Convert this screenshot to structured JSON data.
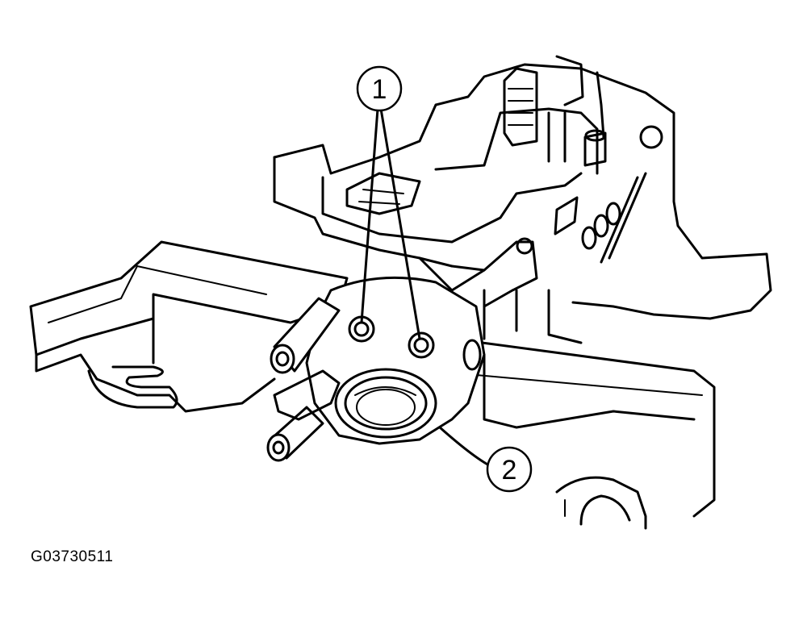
{
  "callouts": [
    {
      "label": "1"
    },
    {
      "label": "2"
    }
  ],
  "figure_code": "G03730511"
}
